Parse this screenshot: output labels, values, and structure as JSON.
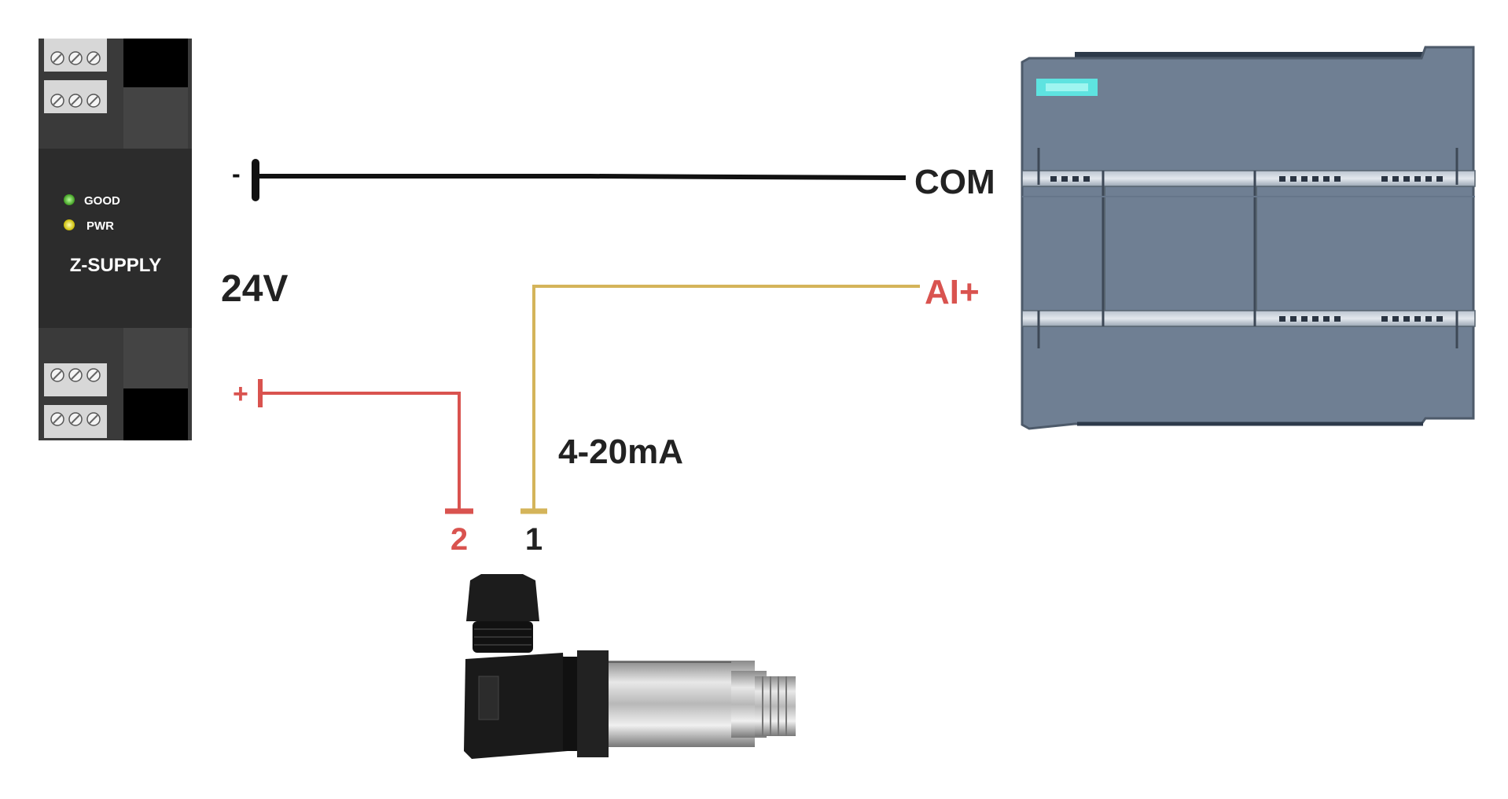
{
  "power_supply": {
    "brand": "Z-SUPPLY",
    "led_good": "GOOD",
    "led_pwr": "PWR",
    "voltage": "24V",
    "neg_terminal": "-",
    "pos_terminal": "+"
  },
  "plc": {
    "com_label": "COM",
    "ai_label": "AI+"
  },
  "sensor": {
    "pin_2": "2",
    "pin_1": "1",
    "signal": "4-20mA"
  },
  "colors": {
    "negative_wire": "#111111",
    "positive_wire": "#d9534f",
    "signal_wire": "#d4b45a",
    "plc_body": "#6f7f93",
    "plc_accent": "#5ee3e0",
    "led_green": "#5bc236",
    "led_yellow": "#f2e500"
  }
}
